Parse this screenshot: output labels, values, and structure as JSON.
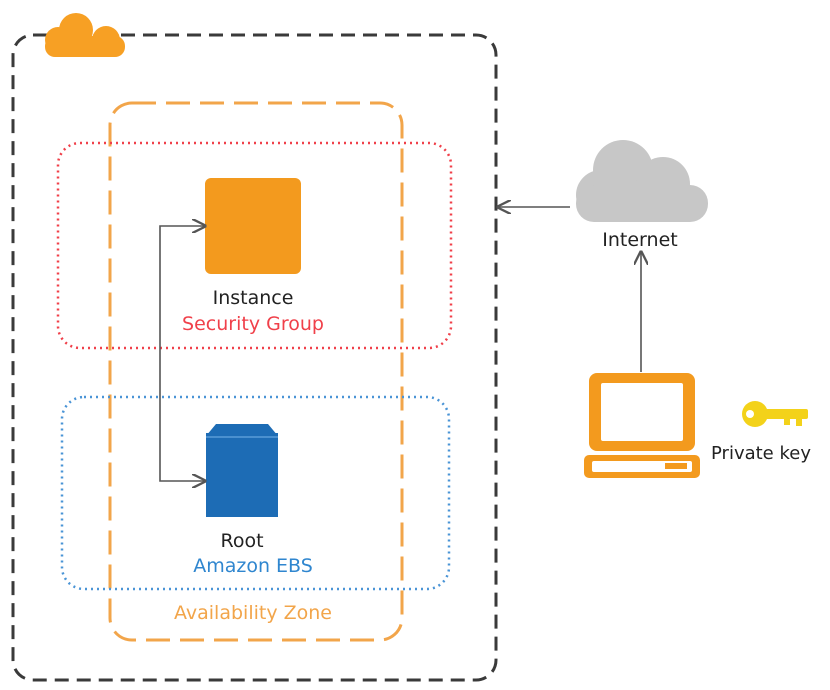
{
  "labels": {
    "instance": "Instance",
    "security_group": "Security Group",
    "root": "Root",
    "ebs": "Amazon EBS",
    "availability_zone": "Availability Zone",
    "internet": "Internet",
    "private_key": "Private key"
  },
  "colors": {
    "region_border": "#3a3a3a",
    "aws_cloud": "#f7a024",
    "availability_zone": "#f2a54a",
    "security_group": "#f0404a",
    "ebs_group": "#4a94d6",
    "instance": "#f39a1e",
    "ebs_volume": "#1d6cb5",
    "internet_cloud": "#c7c7c7",
    "laptop": "#f39a1e",
    "key": "#f3d21a",
    "arrow": "#555555",
    "text": "#222222"
  },
  "icons": {
    "aws_cloud": "aws-cloud-icon",
    "instance": "ec2-instance-icon",
    "ebs": "ebs-volume-icon",
    "internet": "internet-cloud-icon",
    "computer": "laptop-icon",
    "key": "key-icon"
  }
}
